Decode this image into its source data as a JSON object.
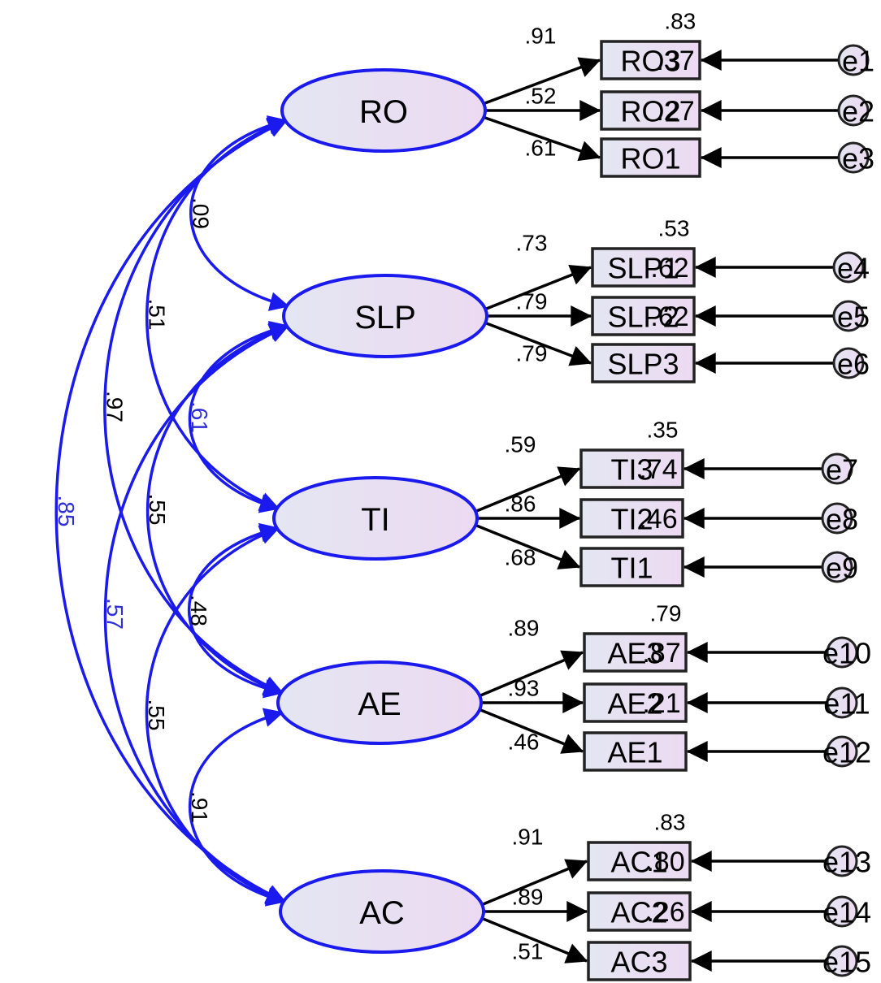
{
  "colors": {
    "latent_stroke": "#1a1aee",
    "covariance": "#1a1aee",
    "path": "#000000",
    "fill_start": "#e4e6f2",
    "fill_end": "#ecdaf2",
    "cov_label_blue": "#2f2fd8",
    "text": "#000000"
  },
  "latents": [
    {
      "id": "RO",
      "label": "RO"
    },
    {
      "id": "SLP",
      "label": "SLP"
    },
    {
      "id": "TI",
      "label": "TI"
    },
    {
      "id": "AE",
      "label": "AE"
    },
    {
      "id": "AC",
      "label": "AC"
    }
  ],
  "indicator_groups": [
    {
      "latent": "RO",
      "r2_top": ".83",
      "items": [
        {
          "label": "RO3",
          "r2": ".37",
          "error": "e1",
          "loading": ".91"
        },
        {
          "label": "RO2",
          "r2": ".27",
          "error": "e2",
          "loading": ".52"
        },
        {
          "label": "RO1",
          "r2": "",
          "error": "e3",
          "loading": ".61"
        }
      ]
    },
    {
      "latent": "SLP",
      "r2_top": ".53",
      "items": [
        {
          "label": "SLP1",
          "r2": ".62",
          "error": "e4",
          "loading": ".73"
        },
        {
          "label": "SLP2",
          "r2": ".62",
          "error": "e5",
          "loading": ".79"
        },
        {
          "label": "SLP3",
          "r2": "",
          "error": "e6",
          "loading": ".79"
        }
      ]
    },
    {
      "latent": "TI",
      "r2_top": ".35",
      "items": [
        {
          "label": "TI3",
          "r2": ".74",
          "error": "e7",
          "loading": ".59"
        },
        {
          "label": "TI2",
          "r2": ".46",
          "error": "e8",
          "loading": ".86"
        },
        {
          "label": "TI1",
          "r2": "",
          "error": "e9",
          "loading": ".68"
        }
      ]
    },
    {
      "latent": "AE",
      "r2_top": ".79",
      "items": [
        {
          "label": "AE3",
          "r2": ".87",
          "error": "e10",
          "loading": ".89"
        },
        {
          "label": "AE2",
          "r2": ".21",
          "error": "e11",
          "loading": ".93"
        },
        {
          "label": "AE1",
          "r2": "",
          "error": "e12",
          "loading": ".46"
        }
      ]
    },
    {
      "latent": "AC",
      "r2_top": ".83",
      "items": [
        {
          "label": "AC1",
          "r2": ".80",
          "error": "e13",
          "loading": ".91"
        },
        {
          "label": "AC2",
          "r2": ".26",
          "error": "e14",
          "loading": ".89"
        },
        {
          "label": "AC3",
          "r2": "",
          "error": "e15",
          "loading": ".51"
        }
      ]
    }
  ],
  "covariances": [
    {
      "from": "RO",
      "to": "SLP",
      "value": ".09"
    },
    {
      "from": "SLP",
      "to": "TI",
      "value": ".61"
    },
    {
      "from": "TI",
      "to": "AE",
      "value": ".48"
    },
    {
      "from": "AE",
      "to": "AC",
      "value": ".91"
    },
    {
      "from": "RO",
      "to": "TI",
      "value": ".51"
    },
    {
      "from": "SLP",
      "to": "AE",
      "value": ".55"
    },
    {
      "from": "TI",
      "to": "AC",
      "value": ".55"
    },
    {
      "from": "RO",
      "to": "AE",
      "value": ".97"
    },
    {
      "from": "SLP",
      "to": "AC",
      "value": ".57"
    },
    {
      "from": "RO",
      "to": "AC",
      "value": ".85"
    }
  ]
}
